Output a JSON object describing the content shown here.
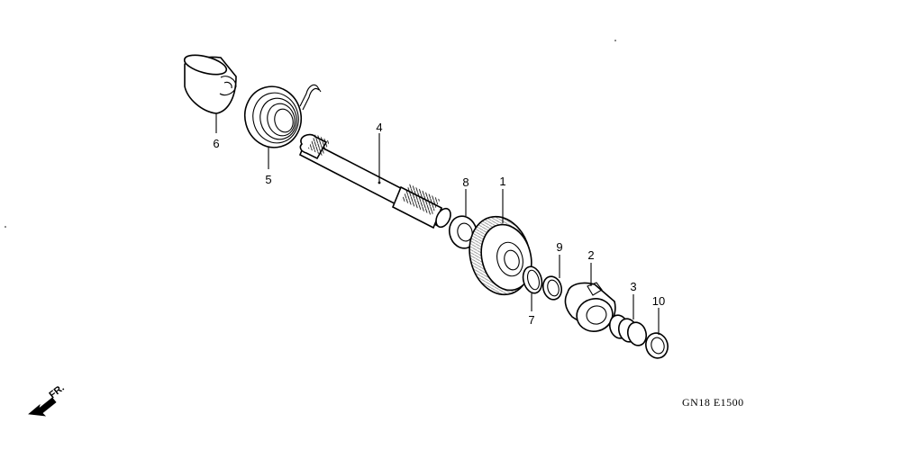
{
  "callouts": {
    "c1": "1",
    "c2": "2",
    "c3": "3",
    "c4": "4",
    "c5": "5",
    "c6": "6",
    "c7": "7",
    "c8": "8",
    "c9": "9",
    "c10": "10"
  },
  "front_indicator": "FR.",
  "diagram_code": "GN18 E1500"
}
